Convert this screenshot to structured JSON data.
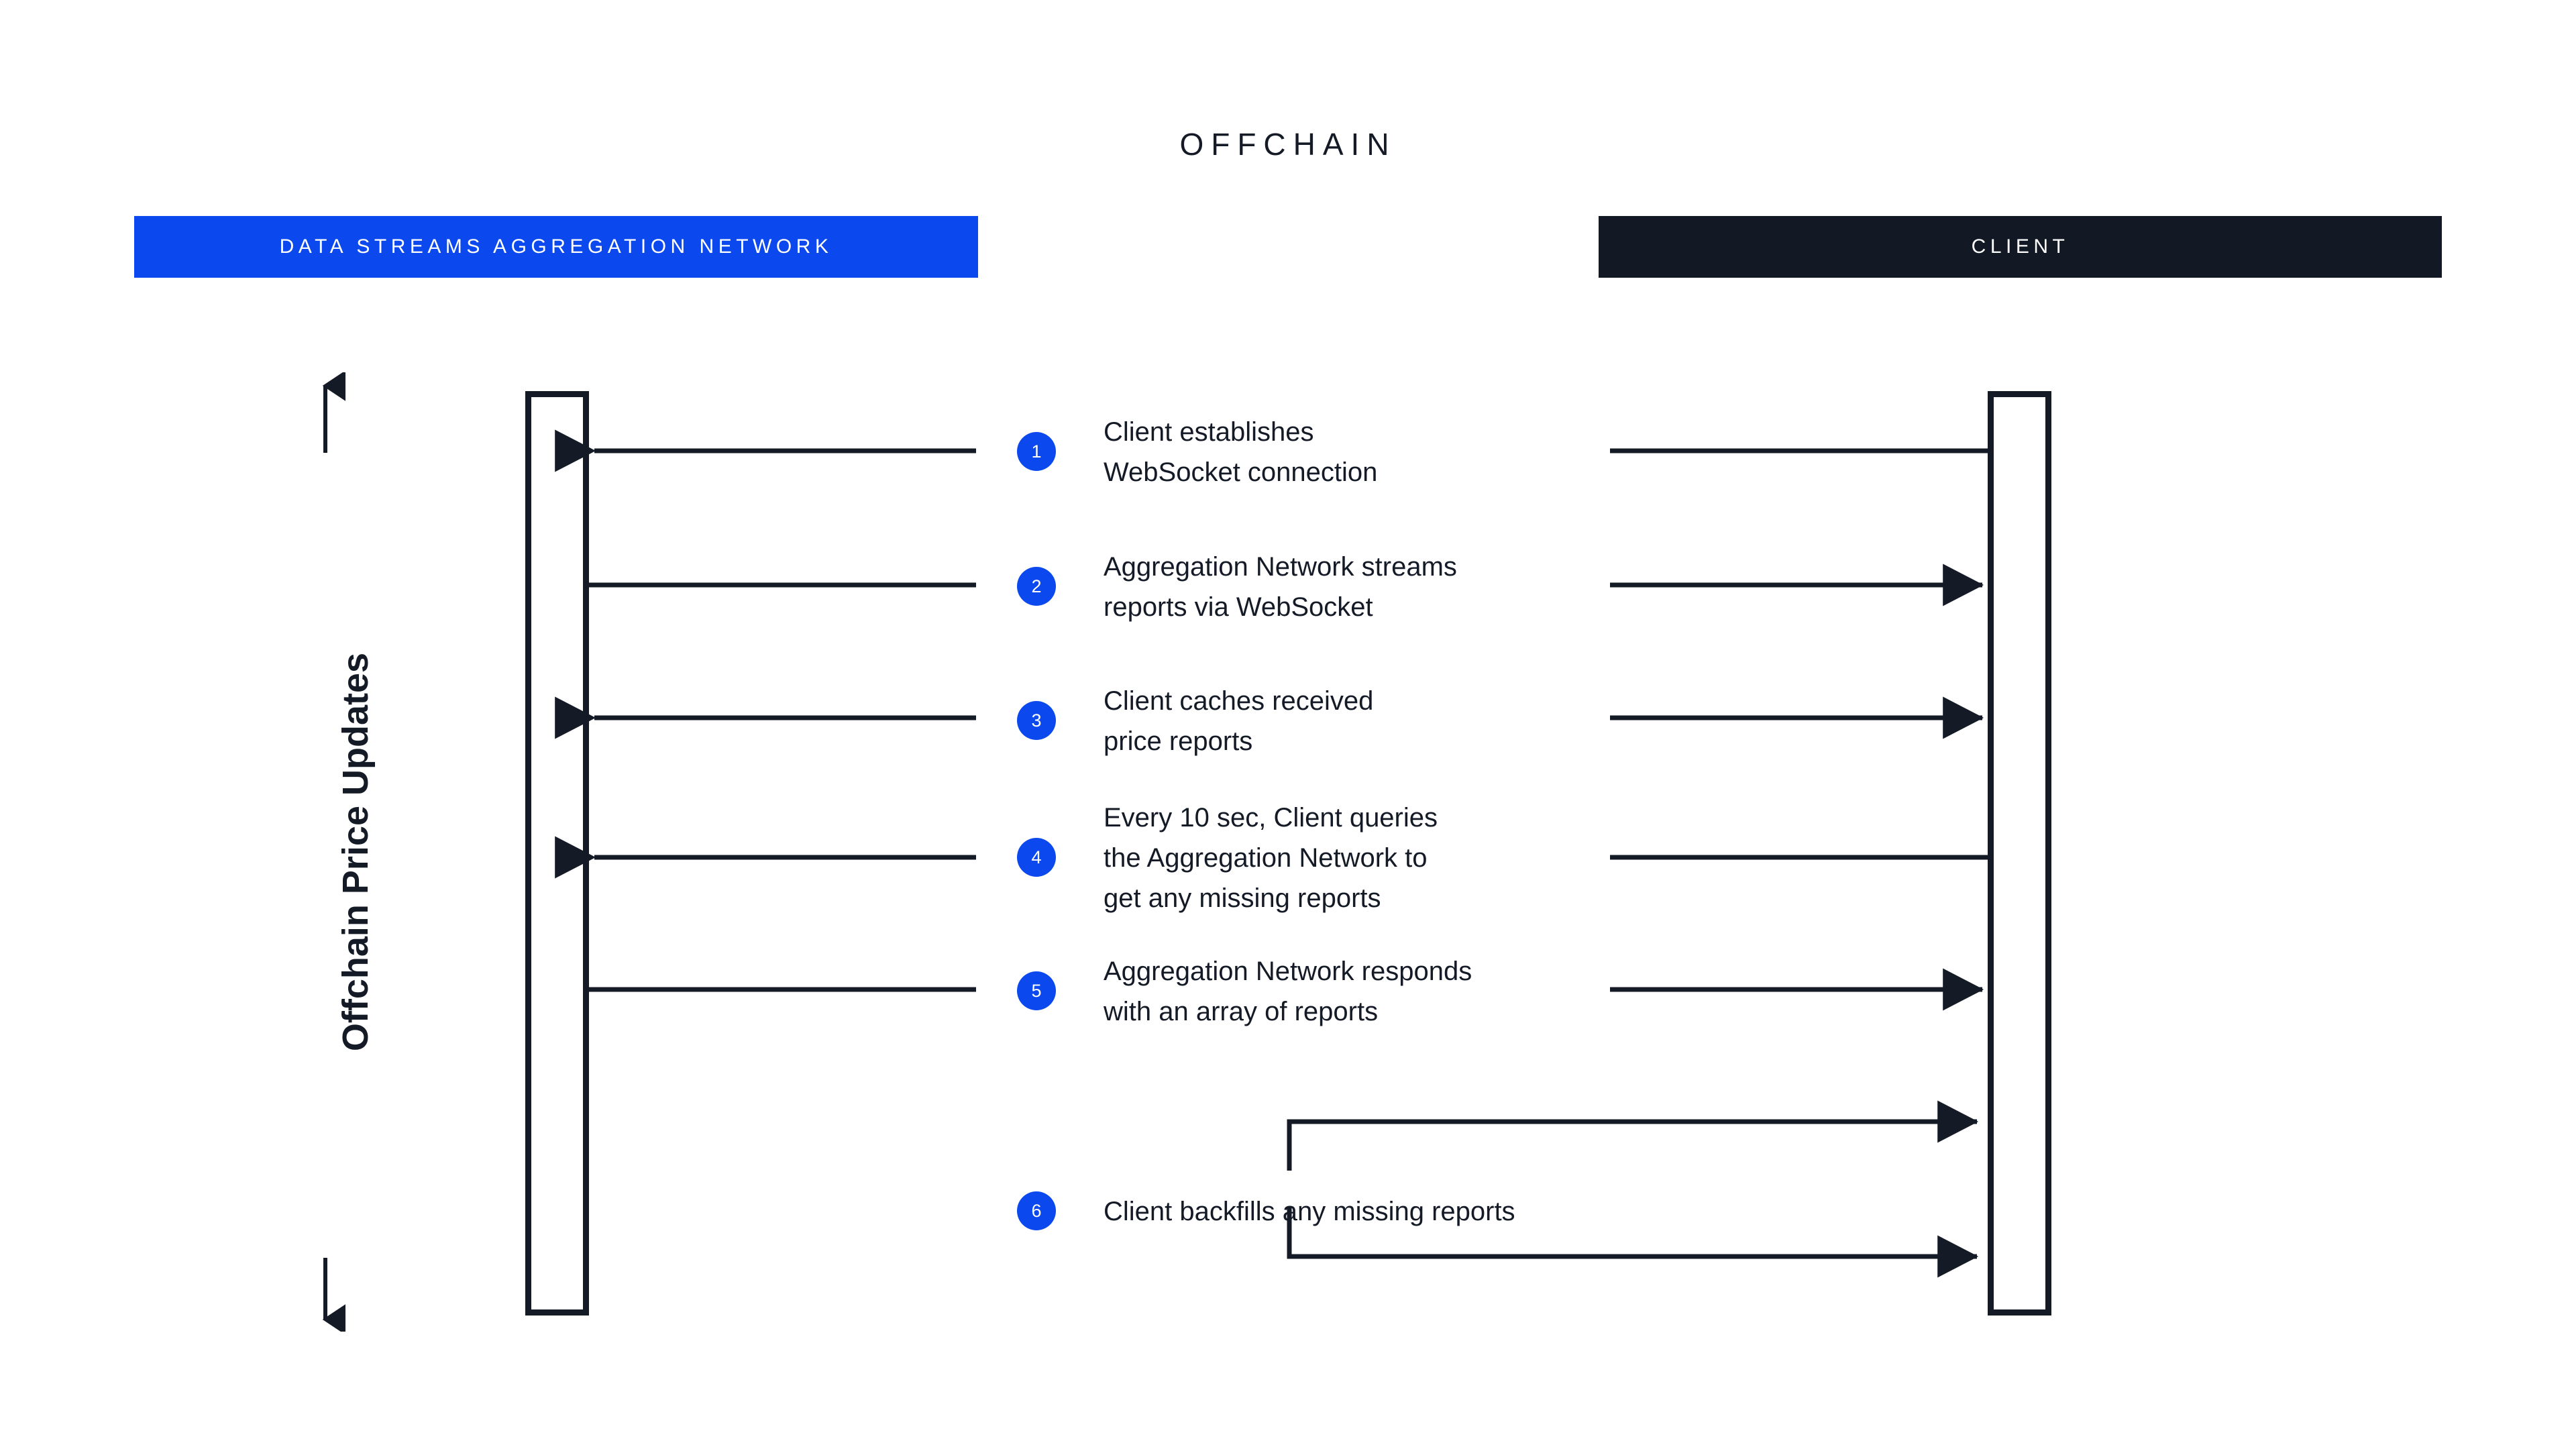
{
  "diagram": {
    "title": "OFFCHAIN",
    "axis_label": "Offchain Price Updates",
    "lanes": [
      {
        "name": "aggregation-network",
        "label": "DATA STREAMS AGGREGATION NETWORK",
        "color": "#0B49EE"
      },
      {
        "name": "client",
        "label": "CLIENT",
        "color": "#131825"
      }
    ],
    "accent_color": "#0B49EE",
    "ink_color": "#141a26",
    "steps": [
      {
        "number": "1",
        "text": "Client establishes\nWebSocket connection"
      },
      {
        "number": "2",
        "text": "Aggregation Network streams\nreports via WebSocket"
      },
      {
        "number": "3",
        "text": "Client caches received\nprice reports"
      },
      {
        "number": "4",
        "text": "Every 10 sec, Client queries\nthe Aggregation Network to\nget any missing reports"
      },
      {
        "number": "5",
        "text": "Aggregation Network responds\nwith an array of reports"
      },
      {
        "number": "6",
        "text": "Client backfills any missing reports"
      }
    ]
  }
}
